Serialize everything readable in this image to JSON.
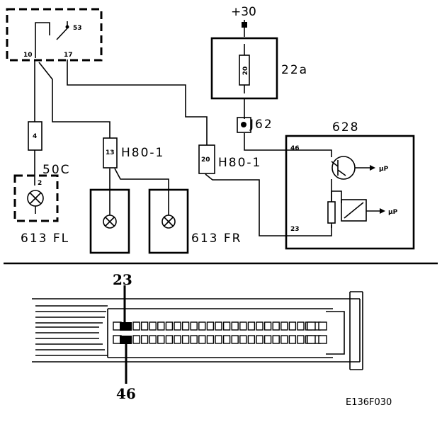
{
  "diagram": {
    "supply_label": "+30",
    "relay": {
      "pin_top": "53",
      "pin_left": "10",
      "pin_right": "17"
    },
    "fuse_box": {
      "fuse_number": "20",
      "label": "22a"
    },
    "connector_j62": {
      "label": "J62"
    },
    "fuse_4": {
      "number": "4"
    },
    "lamp_50c": {
      "label": "50C",
      "pin": "2"
    },
    "connector_h80_left": {
      "pin": "13",
      "label": "H80-1"
    },
    "connector_h80_right": {
      "pin": "20",
      "label": "H80-1"
    },
    "lamp_group_fl": {
      "label": "613 FL"
    },
    "lamp_group_fr": {
      "label": "613 FR"
    },
    "control_unit": {
      "label": "628",
      "pin_46": "46",
      "pin_23": "23",
      "output_top": "µP",
      "output_bottom": "µP"
    },
    "ecu_connector": {
      "pin_top_label": "23",
      "pin_bottom_label": "46"
    },
    "figure_code": "E136F030"
  }
}
